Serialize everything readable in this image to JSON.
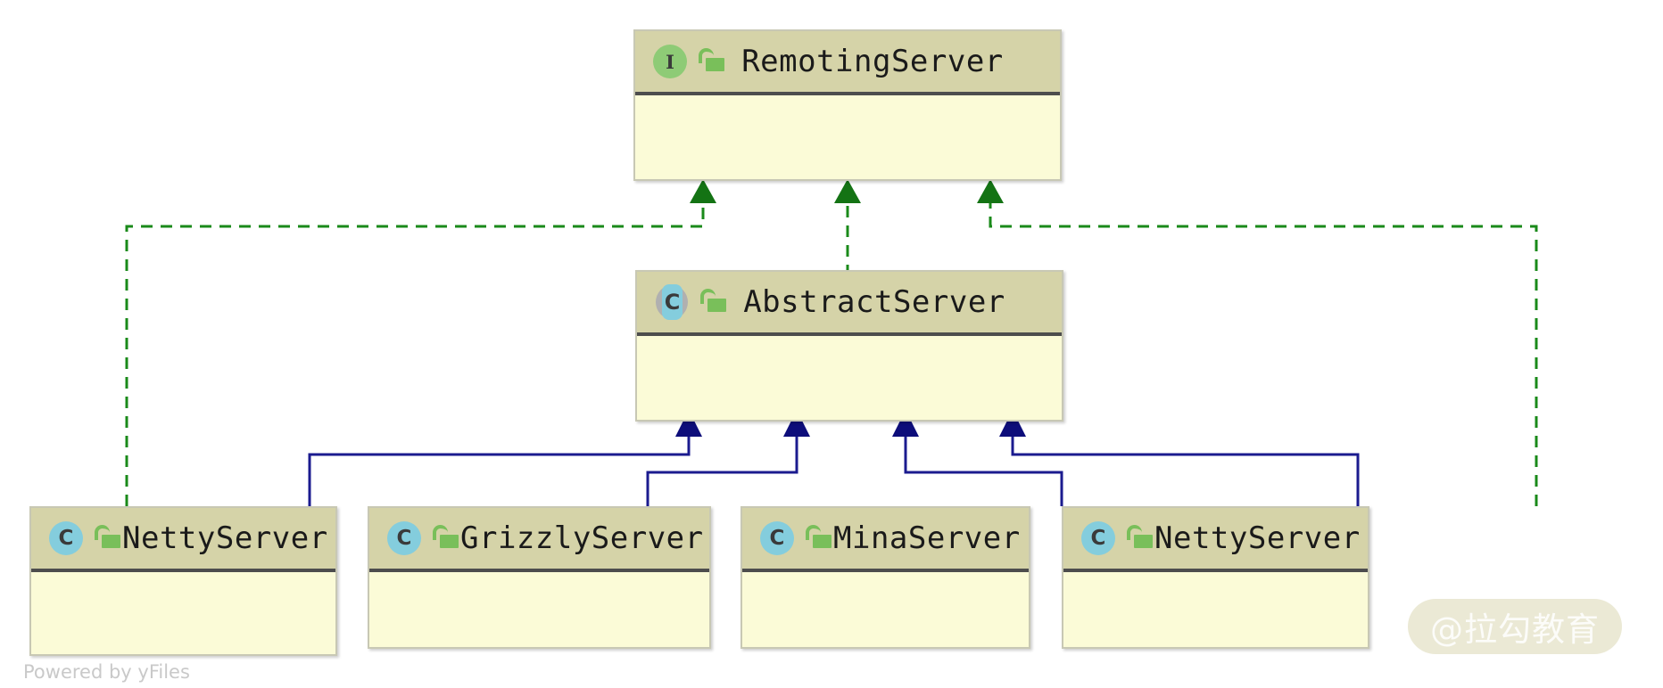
{
  "diagram": {
    "kind": "uml-class-diagram",
    "credit": "Powered by yFiles",
    "watermark": "@拉勾教育",
    "colors": {
      "node_header_fill": "#d5d3a8",
      "node_body_fill": "#fbfbd7",
      "node_border": "#c8c8b4",
      "header_divider": "#4d4d4d",
      "realization_edge": "#1a8a1a",
      "generalization_edge": "#1b1b8f",
      "interface_icon": "#8ecb76",
      "class_icon": "#84cddd",
      "abstract_icon_ring": "#b0b0b0",
      "lock_icon": "#79bf5a",
      "credit_text": "#c9c9c9"
    },
    "nodes": [
      {
        "id": "remoting-server",
        "name": "RemotingServer",
        "stereotype": "interface",
        "stereotype_icon": "interface-icon",
        "stereotype_letter": "I",
        "visibility_icon": "unlocked-padlock-icon",
        "visibility": "public"
      },
      {
        "id": "abstract-server",
        "name": "AbstractServer",
        "stereotype": "abstract-class",
        "stereotype_icon": "abstract-class-icon",
        "stereotype_letter": "C",
        "visibility_icon": "unlocked-padlock-icon",
        "visibility": "public"
      },
      {
        "id": "netty-server-left",
        "name": "NettyServer",
        "stereotype": "class",
        "stereotype_icon": "class-icon",
        "stereotype_letter": "C",
        "visibility_icon": "unlocked-padlock-icon",
        "visibility": "public"
      },
      {
        "id": "grizzly-server",
        "name": "GrizzlyServer",
        "stereotype": "class",
        "stereotype_icon": "class-icon",
        "stereotype_letter": "C",
        "visibility_icon": "unlocked-padlock-icon",
        "visibility": "public"
      },
      {
        "id": "mina-server",
        "name": "MinaServer",
        "stereotype": "class",
        "stereotype_icon": "class-icon",
        "stereotype_letter": "C",
        "visibility_icon": "unlocked-padlock-icon",
        "visibility": "public"
      },
      {
        "id": "netty-server-right",
        "name": "NettyServer",
        "stereotype": "class",
        "stereotype_icon": "class-icon",
        "stereotype_letter": "C",
        "visibility_icon": "unlocked-padlock-icon",
        "visibility": "public"
      }
    ],
    "edges": [
      {
        "from": "abstract-server",
        "to": "remoting-server",
        "type": "realization",
        "style": "dashed",
        "arrow": "hollow-triangle-filled-green"
      },
      {
        "from": "netty-server-left",
        "to": "remoting-server",
        "type": "realization",
        "style": "dashed",
        "arrow": "hollow-triangle-filled-green"
      },
      {
        "from": "netty-server-right",
        "to": "remoting-server",
        "type": "realization",
        "style": "dashed",
        "arrow": "hollow-triangle-filled-green"
      },
      {
        "from": "netty-server-left",
        "to": "abstract-server",
        "type": "generalization",
        "style": "solid",
        "arrow": "triangle-filled-blue"
      },
      {
        "from": "grizzly-server",
        "to": "abstract-server",
        "type": "generalization",
        "style": "solid",
        "arrow": "triangle-filled-blue"
      },
      {
        "from": "mina-server",
        "to": "abstract-server",
        "type": "generalization",
        "style": "solid",
        "arrow": "triangle-filled-blue"
      },
      {
        "from": "netty-server-right",
        "to": "abstract-server",
        "type": "generalization",
        "style": "solid",
        "arrow": "triangle-filled-blue"
      }
    ]
  }
}
